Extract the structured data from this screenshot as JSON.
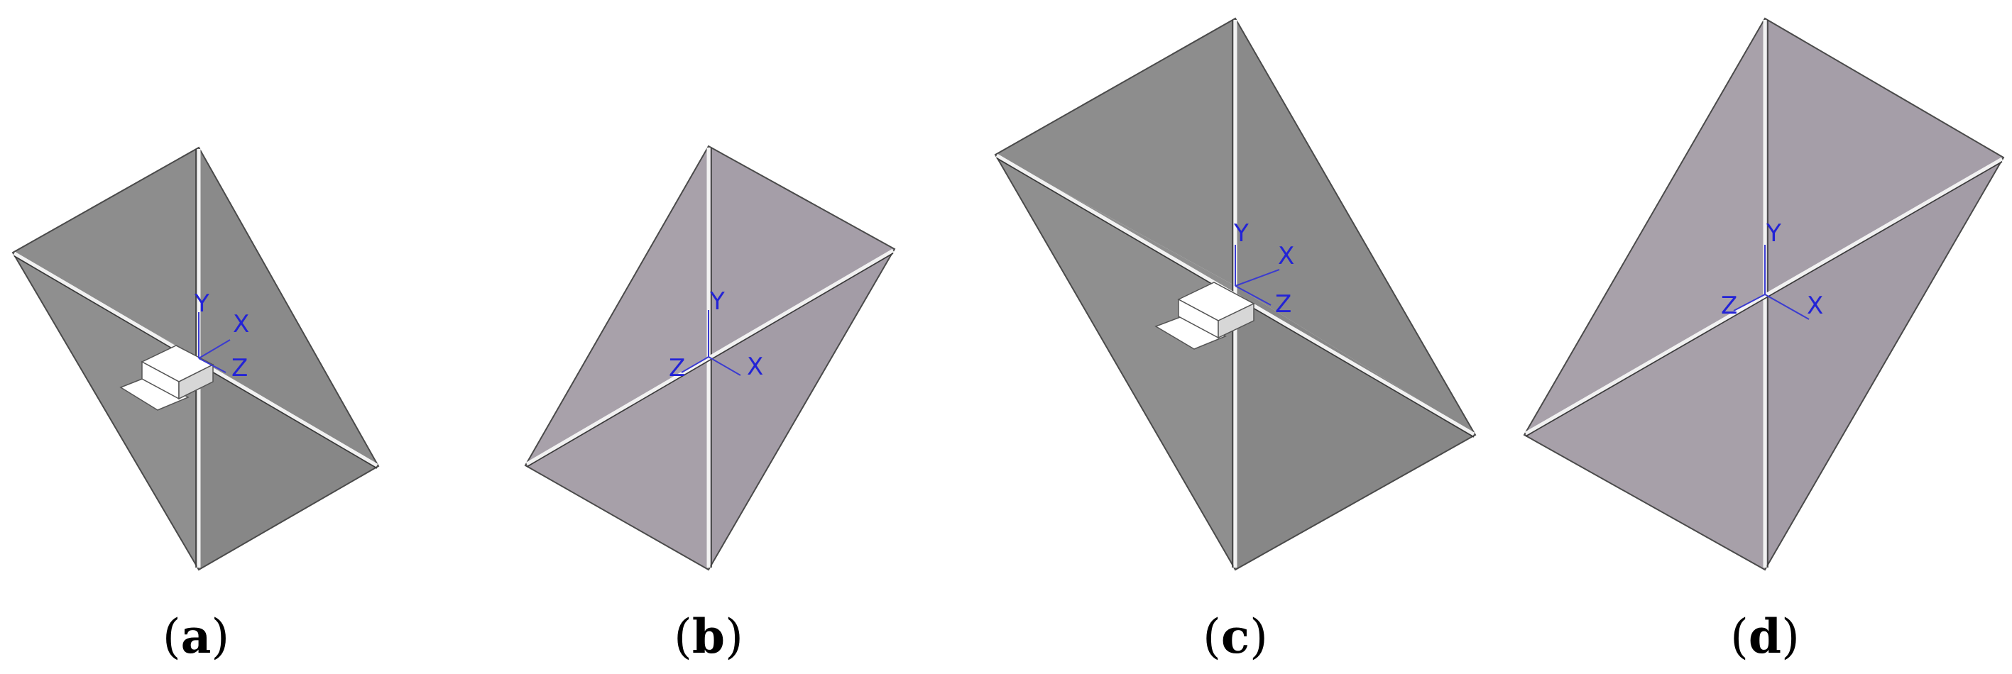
{
  "panels": [
    {
      "label": "(a)",
      "letter": "a",
      "axes": {
        "y": "Y",
        "x": "X",
        "z": "Z"
      },
      "surface_color": "#8e8e8e",
      "has_feed": true
    },
    {
      "label": "(b)",
      "letter": "b",
      "axes": {
        "y": "Y",
        "x": "X",
        "z": "Z"
      },
      "surface_color": "#a69fa8",
      "has_feed": false
    },
    {
      "label": "(c)",
      "letter": "c",
      "axes": {
        "y": "Y",
        "x": "X",
        "z": "Z"
      },
      "surface_color": "#8e8e8e",
      "has_feed": true
    },
    {
      "label": "(d)",
      "letter": "d",
      "axes": {
        "y": "Y",
        "x": "X",
        "z": "Z"
      },
      "surface_color": "#a69fa8",
      "has_feed": false
    }
  ],
  "colors": {
    "axis": "#2323d6",
    "gray_horn": "#8e8e8e",
    "mauve_horn": "#a69fa8",
    "background": "#ffffff"
  }
}
